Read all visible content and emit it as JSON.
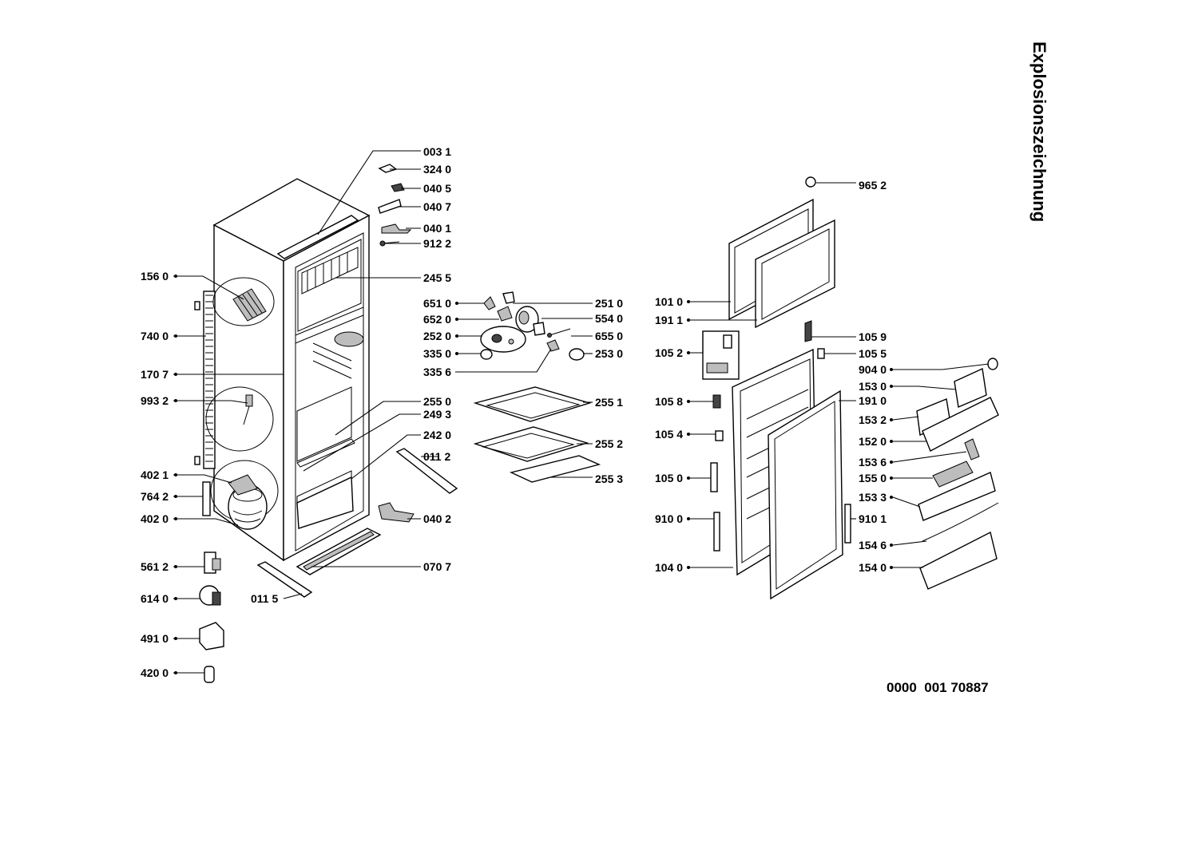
{
  "title": "Explosionszeichnung",
  "document_number": "0000  001 70887",
  "labels": [
    {
      "id": "003-1",
      "text": "003 1"
    },
    {
      "id": "324-0",
      "text": "324 0"
    },
    {
      "id": "040-5",
      "text": "040 5"
    },
    {
      "id": "040-7",
      "text": "040 7"
    },
    {
      "id": "040-1",
      "text": "040 1"
    },
    {
      "id": "912-2",
      "text": "912 2"
    },
    {
      "id": "245-5",
      "text": "245 5"
    },
    {
      "id": "156-0",
      "text": "156 0"
    },
    {
      "id": "740-0",
      "text": "740 0"
    },
    {
      "id": "170-7",
      "text": "170 7"
    },
    {
      "id": "993-2",
      "text": "993 2"
    },
    {
      "id": "402-1",
      "text": "402 1"
    },
    {
      "id": "764-2",
      "text": "764 2"
    },
    {
      "id": "402-0",
      "text": "402 0"
    },
    {
      "id": "561-2",
      "text": "561 2"
    },
    {
      "id": "614-0",
      "text": "614 0"
    },
    {
      "id": "491-0",
      "text": "491 0"
    },
    {
      "id": "420-0",
      "text": "420 0"
    },
    {
      "id": "011-5",
      "text": "011 5"
    },
    {
      "id": "070-7",
      "text": "070 7"
    },
    {
      "id": "040-2",
      "text": "040 2"
    },
    {
      "id": "011-2",
      "text": "011 2"
    },
    {
      "id": "242-0",
      "text": "242 0"
    },
    {
      "id": "249-3",
      "text": "249 3"
    },
    {
      "id": "255-0",
      "text": "255 0"
    },
    {
      "id": "651-0",
      "text": "651 0"
    },
    {
      "id": "652-0",
      "text": "652 0"
    },
    {
      "id": "252-0",
      "text": "252 0"
    },
    {
      "id": "335-0",
      "text": "335 0"
    },
    {
      "id": "335-6",
      "text": "335 6"
    },
    {
      "id": "251-0",
      "text": "251 0"
    },
    {
      "id": "554-0",
      "text": "554 0"
    },
    {
      "id": "655-0",
      "text": "655 0"
    },
    {
      "id": "253-0",
      "text": "253 0"
    },
    {
      "id": "255-1",
      "text": "255 1"
    },
    {
      "id": "255-2",
      "text": "255 2"
    },
    {
      "id": "255-3",
      "text": "255 3"
    },
    {
      "id": "965-2",
      "text": "965 2"
    },
    {
      "id": "101-0",
      "text": "101 0"
    },
    {
      "id": "191-1",
      "text": "191 1"
    },
    {
      "id": "105-2",
      "text": "105 2"
    },
    {
      "id": "105-8",
      "text": "105 8"
    },
    {
      "id": "105-4",
      "text": "105 4"
    },
    {
      "id": "105-0",
      "text": "105 0"
    },
    {
      "id": "910-0",
      "text": "910 0"
    },
    {
      "id": "104-0",
      "text": "104 0"
    },
    {
      "id": "105-9",
      "text": "105 9"
    },
    {
      "id": "105-5",
      "text": "105 5"
    },
    {
      "id": "904-0",
      "text": "904 0"
    },
    {
      "id": "153-0",
      "text": "153 0"
    },
    {
      "id": "191-0",
      "text": "191 0"
    },
    {
      "id": "153-2",
      "text": "153 2"
    },
    {
      "id": "152-0",
      "text": "152 0"
    },
    {
      "id": "153-6",
      "text": "153 6"
    },
    {
      "id": "155-0",
      "text": "155 0"
    },
    {
      "id": "153-3",
      "text": "153 3"
    },
    {
      "id": "910-1",
      "text": "910 1"
    },
    {
      "id": "154-6",
      "text": "154 6"
    },
    {
      "id": "154-0",
      "text": "154 0"
    }
  ]
}
